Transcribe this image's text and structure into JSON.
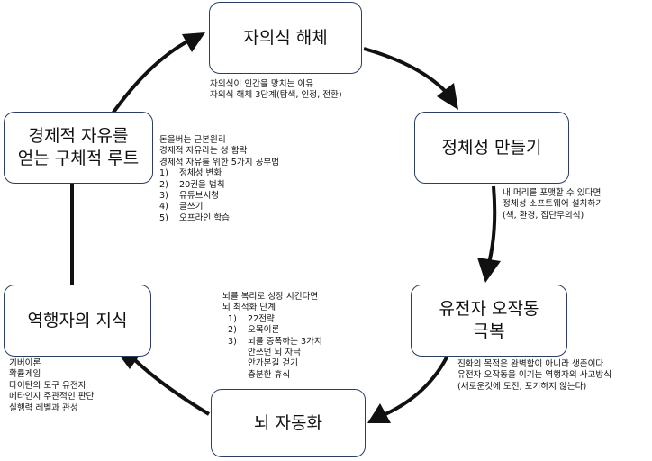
{
  "nodes": {
    "n1": "자의식 해체",
    "n2": "정체성 만들기",
    "n3": "유전자 오작동\n극복",
    "n4": "뇌 자동화",
    "n5": "역행자의 지식",
    "n6": "경제적 자유를\n얻는 구체적 루트"
  },
  "notes": {
    "n1": [
      "자의식이 인간을 망치는 이유",
      "자의식 해체 3단계(탐색, 인정, 전환)"
    ],
    "n2": [
      "내 머리를 포맷할 수 있다면",
      "정체성 소프트웨어 설치하기",
      "(책, 환경, 집단무의식)"
    ],
    "n3": [
      "진화의 목적은 완벽함이 아니라 생존이다",
      "유전자 오작동을 이기는 역행자의 사고방식",
      "(새로운것에 도전, 포기하지 않는다)"
    ],
    "n4": {
      "lines": [
        "뇌를 복리로 성장 시킨다면",
        "뇌 최적화 단계"
      ],
      "items": [
        {
          "num": "1)",
          "text": "22전략"
        },
        {
          "num": "2)",
          "text": "오목이론"
        },
        {
          "num": "3)",
          "text": "뇌를 증폭하는 3가지"
        }
      ],
      "sub": [
        "안쓰던 뇌 자극",
        "안가본길 걷기",
        "충분한 휴식"
      ]
    },
    "n5": [
      "기버이론",
      "확률게임",
      "타이탄의 도구 유전자",
      "메타인지 주관적인 판단",
      "실행력 레벨과 관성"
    ],
    "n6": {
      "lines": [
        "돈을버는 근본원리",
        "경제적 자유라는 성 함락",
        "경제적 자유를 위한 5가지 공부법"
      ],
      "items": [
        {
          "num": "1)",
          "text": "정체성 변화"
        },
        {
          "num": "2)",
          "text": "20권을 법칙"
        },
        {
          "num": "3)",
          "text": "유튜브시청"
        },
        {
          "num": "4)",
          "text": "글쓰기"
        },
        {
          "num": "5)",
          "text": "오프라인 학습"
        }
      ]
    }
  }
}
